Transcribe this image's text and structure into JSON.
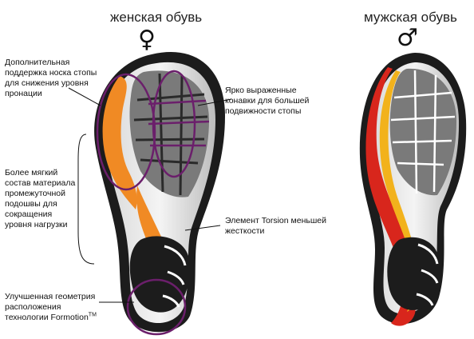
{
  "titles": {
    "women": "женская обувь",
    "men": "мужская обувь"
  },
  "symbols": {
    "women": "♀",
    "men": "♂"
  },
  "annotations": {
    "toe_support": [
      "Дополнительная",
      "поддержка носка стопы",
      "для снижения уровня",
      "пронации"
    ],
    "grooves": [
      "Ярко выраженные",
      "конавки для большей",
      "подвижности стопы"
    ],
    "midsole": [
      "Более мягкий",
      "состав материала",
      "промежуточной",
      "подошвы для",
      "сокращения",
      "уровня нагрузки"
    ],
    "torsion": [
      "Элемент Torsion меньшей",
      "жесткости"
    ],
    "formotion": [
      "Улучшенная геометрия",
      "расположения"
    ],
    "formotion_last": "технологии Formotion",
    "trademark": "TM"
  },
  "colors": {
    "highlight_circle": "#6b1f6b",
    "women_accent": "#f08a24",
    "men_accent_red": "#d8261c",
    "men_accent_yellow": "#f2b21c",
    "tread_gray": "#7a7a7a",
    "outsole_black": "#1c1c1c"
  }
}
